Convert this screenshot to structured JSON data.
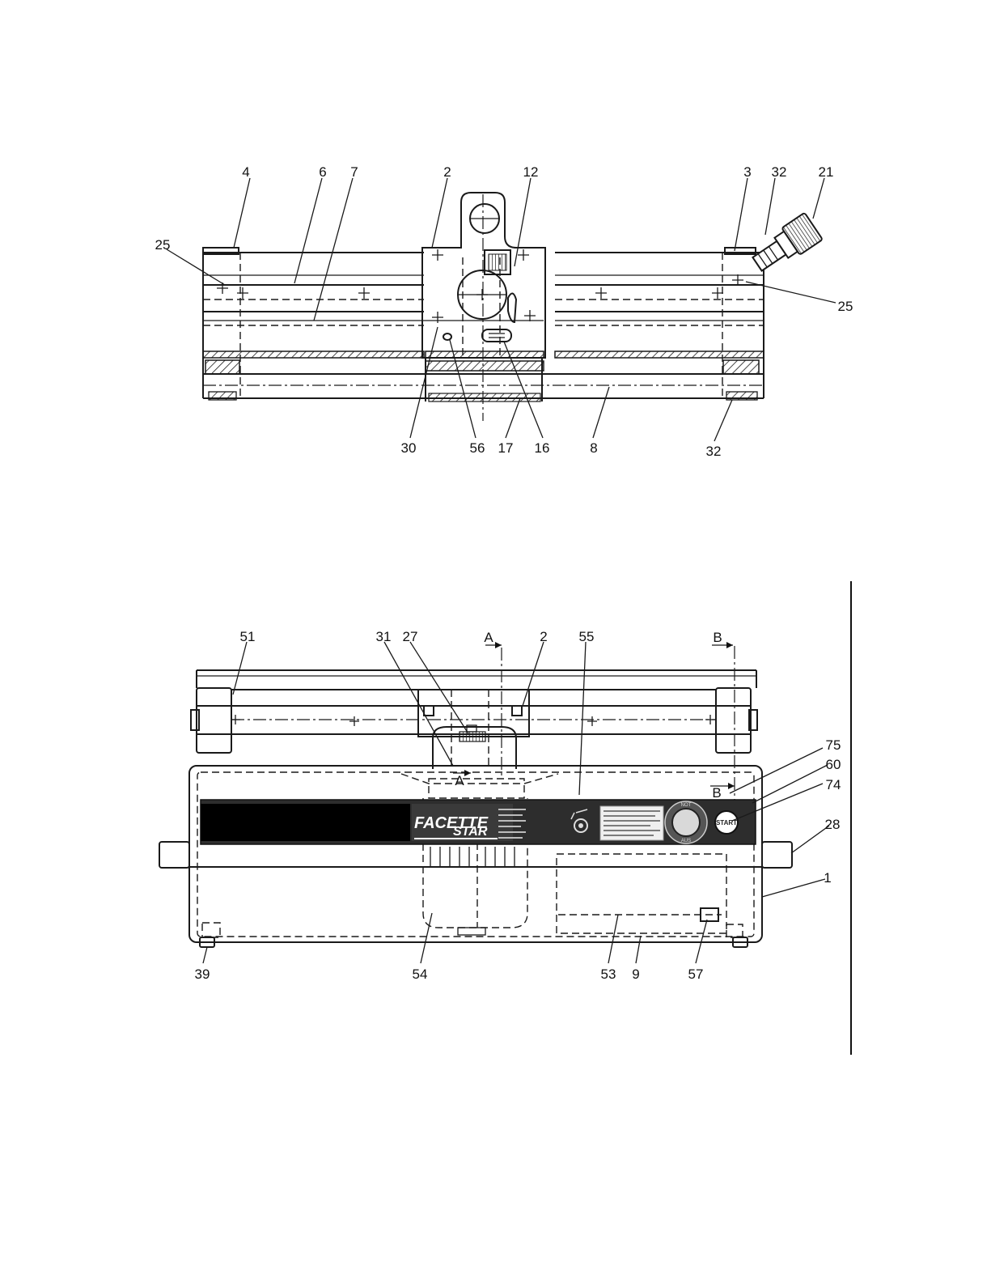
{
  "callouts_top": {
    "c4": "4",
    "c6": "6",
    "c7": "7",
    "c2": "2",
    "c12": "12",
    "c3": "3",
    "c32a": "32",
    "c21": "21",
    "c25l": "25",
    "c25r": "25",
    "c30": "30",
    "c56": "56",
    "c17": "17",
    "c16": "16",
    "c8": "8",
    "c32b": "32"
  },
  "callouts_bottom": {
    "c51": "51",
    "c31": "31",
    "c27": "27",
    "cA": "A",
    "c2": "2",
    "c55": "55",
    "cB": "B",
    "c75": "75",
    "c60": "60",
    "c74": "74",
    "c28": "28",
    "c1": "1",
    "cA2": "A",
    "cB2": "B",
    "c39": "39",
    "c54": "54",
    "c53": "53",
    "c9": "9",
    "c57": "57"
  },
  "panel": {
    "brand_left": "FACETTE",
    "brand_right": "STAR",
    "start_label": "START",
    "stop_top": "NOT",
    "stop_bottom": "AUS"
  }
}
